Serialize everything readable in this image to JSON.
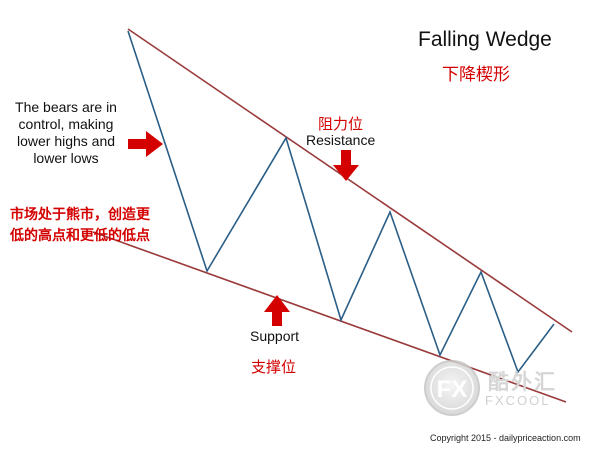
{
  "title": "Falling Wedge",
  "title_cn": "下降楔形",
  "annotations": {
    "bears_en": "The bears are in control, making lower highs and lower lows",
    "bears_cn": "市场处于熊市，创造更低的高点和更低的低点",
    "resistance_en": "Resistance",
    "resistance_cn": "阻力位",
    "support_en": "Support",
    "support_cn": "支撑位"
  },
  "watermark": {
    "logo_text": "FX",
    "name_cn": "酷外汇",
    "name_en": "FXCOOL"
  },
  "copyright": "Copyright 2015 - dailypriceaction.com",
  "colors": {
    "price_line": "#2a5e86",
    "trend_line": "#9a3a3a",
    "arrow": "#d40000",
    "label_cn": "#d40000"
  }
}
